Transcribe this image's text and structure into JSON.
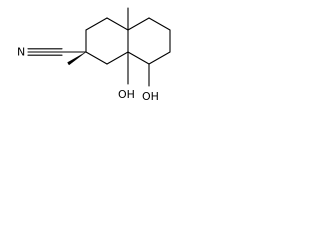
{
  "molecule": {
    "atom_labels": {
      "nitrile_nitrogen": "N",
      "hydroxyl_ring_fusion": "OH",
      "hydroxyl_ring": "OH"
    },
    "colors": {
      "bond": "#000000",
      "background": "#ffffff"
    }
  }
}
